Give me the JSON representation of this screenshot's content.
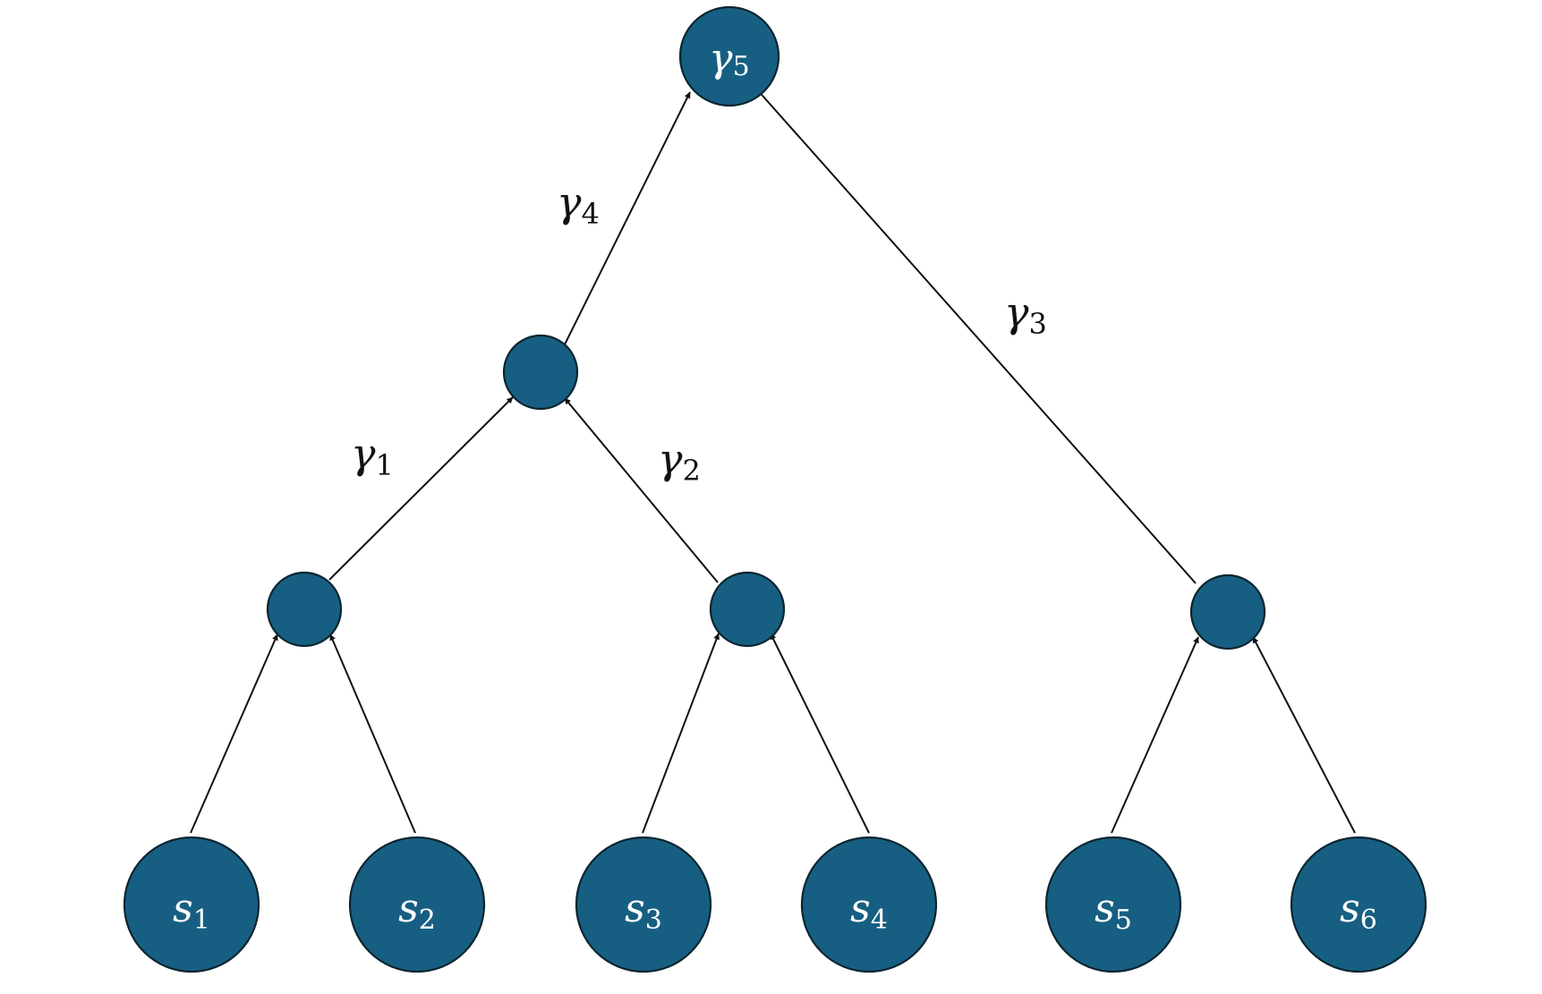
{
  "nodes": [
    {
      "id": "root",
      "name": "gamma",
      "sub": "5"
    },
    {
      "id": "mid",
      "name": "",
      "sub": ""
    },
    {
      "id": "a",
      "name": "",
      "sub": ""
    },
    {
      "id": "b",
      "name": "",
      "sub": ""
    },
    {
      "id": "c",
      "name": "",
      "sub": ""
    },
    {
      "id": "s1",
      "name": "s",
      "sub": "1"
    },
    {
      "id": "s2",
      "name": "s",
      "sub": "2"
    },
    {
      "id": "s3",
      "name": "s",
      "sub": "3"
    },
    {
      "id": "s4",
      "name": "s",
      "sub": "4"
    },
    {
      "id": "s5",
      "name": "s",
      "sub": "5"
    },
    {
      "id": "s6",
      "name": "s",
      "sub": "6"
    }
  ],
  "edges": [
    {
      "from": "mid",
      "to": "root",
      "label": {
        "name": "gamma",
        "sub": "4"
      }
    },
    {
      "from": "c",
      "to": "root",
      "label": {
        "name": "gamma",
        "sub": "3"
      }
    },
    {
      "from": "a",
      "to": "mid",
      "label": {
        "name": "gamma",
        "sub": "1"
      }
    },
    {
      "from": "b",
      "to": "mid",
      "label": {
        "name": "gamma",
        "sub": "2"
      }
    },
    {
      "from": "s1",
      "to": "a",
      "label": null
    },
    {
      "from": "s2",
      "to": "a",
      "label": null
    },
    {
      "from": "s3",
      "to": "b",
      "label": null
    },
    {
      "from": "s4",
      "to": "b",
      "label": null
    },
    {
      "from": "s5",
      "to": "c",
      "label": null
    },
    {
      "from": "s6",
      "to": "c",
      "label": null
    }
  ],
  "symbols": {
    "gamma": "γ",
    "s": "s"
  },
  "colors": {
    "node_fill": "#175f82",
    "node_stroke": "#0b2530",
    "edge": "#111111",
    "node_text": "#ffffff"
  }
}
